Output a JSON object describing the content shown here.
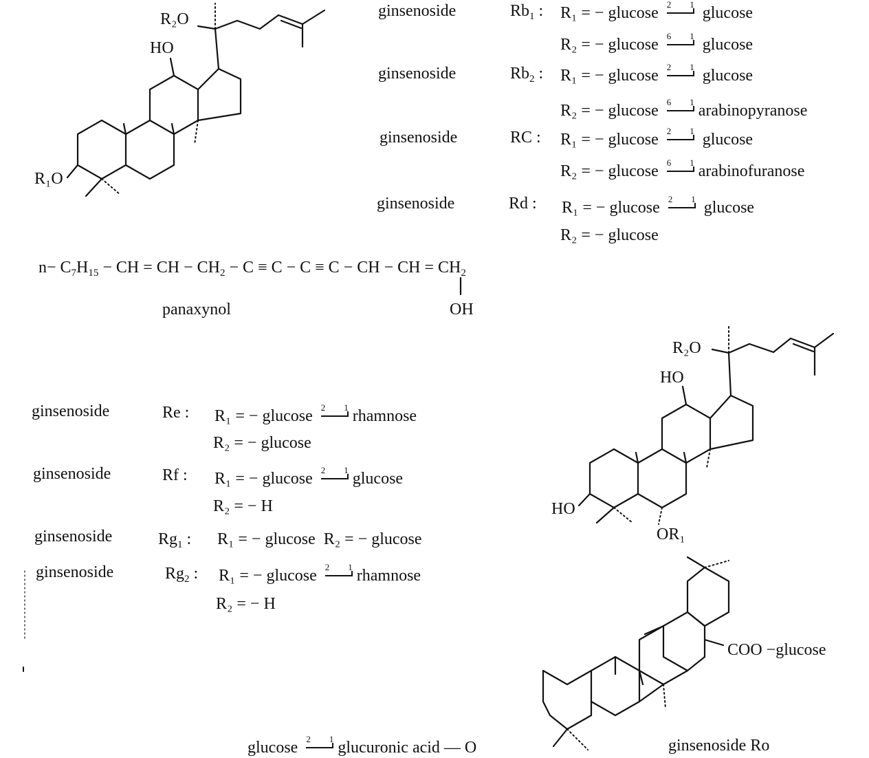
{
  "structure1": {
    "r2o": "R₂O",
    "ho": "HO",
    "r1o": "R₁O"
  },
  "table1": [
    {
      "label": "ginsenoside",
      "code": "Rb",
      "code_sub": "1",
      "r1": "R₁ = − glucose",
      "r1_link": [
        "2",
        "1"
      ],
      "r1_tail": "glucose",
      "r2": "R₂ = − glucose",
      "r2_link": [
        "6",
        "1"
      ],
      "r2_tail": "glucose"
    },
    {
      "label": "ginsenoside",
      "code": "Rb",
      "code_sub": "2",
      "r1": "R₁ = − glucose",
      "r1_link": [
        "2",
        "1"
      ],
      "r1_tail": "glucose",
      "r2": "R₂ = − glucose",
      "r2_link": [
        "6",
        "1"
      ],
      "r2_tail": "arabinopyranose"
    },
    {
      "label": "ginsenoside",
      "code": "RC",
      "code_sub": "",
      "r1": "R₁ = − glucose",
      "r1_link": [
        "2",
        "1"
      ],
      "r1_tail": "glucose",
      "r2": "R₂ = − glucose",
      "r2_link": [
        "6",
        "1"
      ],
      "r2_tail": "arabinofuranose"
    },
    {
      "label": "ginsenoside",
      "code": "Rd",
      "code_sub": "",
      "r1": "R₁ = − glucose",
      "r1_link": [
        "2",
        "1"
      ],
      "r1_tail": "glucose",
      "r2": "R₂ = − glucose",
      "r2_link": null,
      "r2_tail": ""
    }
  ],
  "panaxynol": {
    "formula_parts": [
      "n− C",
      "7",
      "H",
      "15",
      " − CH = CH − CH",
      "2",
      " − C ≡ C − C ≡ C − ",
      "CH",
      " − CH = CH",
      "2"
    ],
    "oh": "OH",
    "name": "panaxynol"
  },
  "structure2": {
    "r2o": "R₂O",
    "ho_top": "HO",
    "ho_left": "HO",
    "or1": "OR₁"
  },
  "table2": [
    {
      "label": "ginsenoside",
      "code": "Re",
      "r1": "R₁ = − glucose",
      "r1_link": [
        "2",
        "1"
      ],
      "r1_tail": "rhamnose",
      "r2": "R₂ = − glucose"
    },
    {
      "label": "ginsenoside",
      "code": "Rf",
      "r1": "R₁ = − glucose",
      "r1_link": [
        "2",
        "1"
      ],
      "r1_tail": "glucose",
      "r2": "R₂ = − H"
    },
    {
      "label": "ginsenoside",
      "code": "Rg",
      "code_sub": "1",
      "r1": "R₁ = − glucose",
      "r2": "R₂ = − glucose"
    },
    {
      "label": "ginsenoside",
      "code": "Rg",
      "code_sub": "2",
      "r1": "R₁ = − glucose",
      "r1_link": [
        "2",
        "1"
      ],
      "r1_tail": "rhamnose",
      "r2": "R₂ = − H"
    }
  ],
  "structure3": {
    "coo": "COO −glucose",
    "left_chain": "glucose",
    "link": [
      "2",
      "1"
    ],
    "left_chain2": "glucuronic acid — O",
    "name": "ginsenoside Ro"
  }
}
